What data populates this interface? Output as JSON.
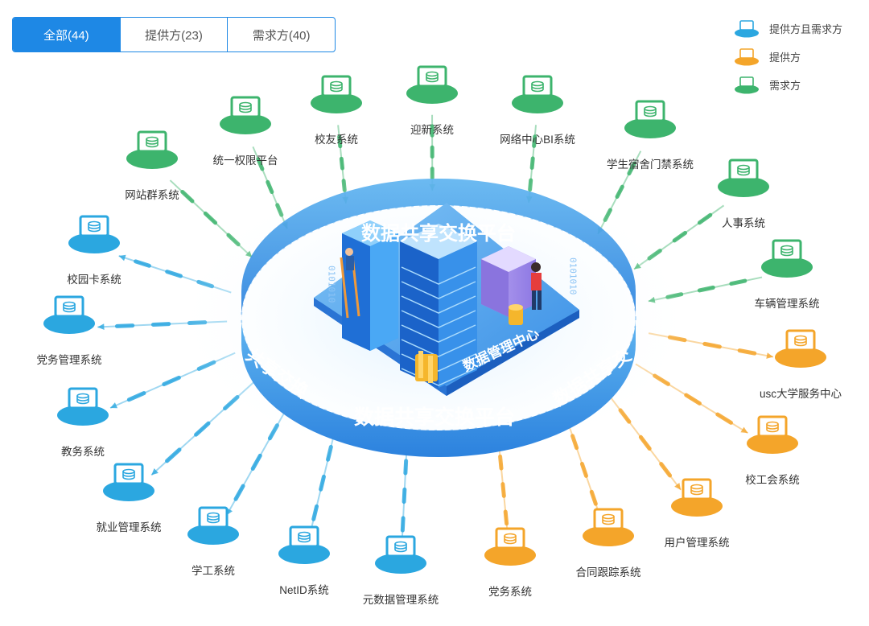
{
  "tabs": [
    {
      "label": "全部(44)",
      "active": true
    },
    {
      "label": "提供方(23)",
      "active": false
    },
    {
      "label": "需求方(40)",
      "active": false
    }
  ],
  "legend": [
    {
      "label": "提供方且需求方",
      "color": "#2ba7e0"
    },
    {
      "label": "提供方",
      "color": "#f4a52a"
    },
    {
      "label": "需求方",
      "color": "#3db46d"
    }
  ],
  "center": {
    "ring_text": "数据共享交换平台",
    "hub_label": "数据管理中心",
    "binary_text": "0101010"
  },
  "colors": {
    "both": "#2ba7e0",
    "provider": "#f4a52a",
    "consumer": "#3db46d",
    "ring": "#3f9ae8"
  },
  "nodes": [
    {
      "label": "统一权限平台",
      "type": "consumer"
    },
    {
      "label": "校友系统",
      "type": "consumer"
    },
    {
      "label": "迎新系统",
      "type": "consumer"
    },
    {
      "label": "网络中心BI系统",
      "type": "consumer"
    },
    {
      "label": "学生宿舍门禁系统",
      "type": "consumer"
    },
    {
      "label": "网站群系统",
      "type": "consumer"
    },
    {
      "label": "人事系统",
      "type": "consumer"
    },
    {
      "label": "车辆管理系统",
      "type": "consumer"
    },
    {
      "label": "校园卡系统",
      "type": "both"
    },
    {
      "label": "党务管理系统",
      "type": "both"
    },
    {
      "label": "教务系统",
      "type": "both"
    },
    {
      "label": "就业管理系统",
      "type": "both"
    },
    {
      "label": "学工系统",
      "type": "both"
    },
    {
      "label": "NetID系统",
      "type": "both"
    },
    {
      "label": "元数据管理系统",
      "type": "both"
    },
    {
      "label": "usc大学服务中心",
      "type": "provider"
    },
    {
      "label": "校工会系统",
      "type": "provider"
    },
    {
      "label": "用户管理系统",
      "type": "provider"
    },
    {
      "label": "合同跟踪系统",
      "type": "provider"
    },
    {
      "label": "党务系统",
      "type": "provider"
    }
  ]
}
